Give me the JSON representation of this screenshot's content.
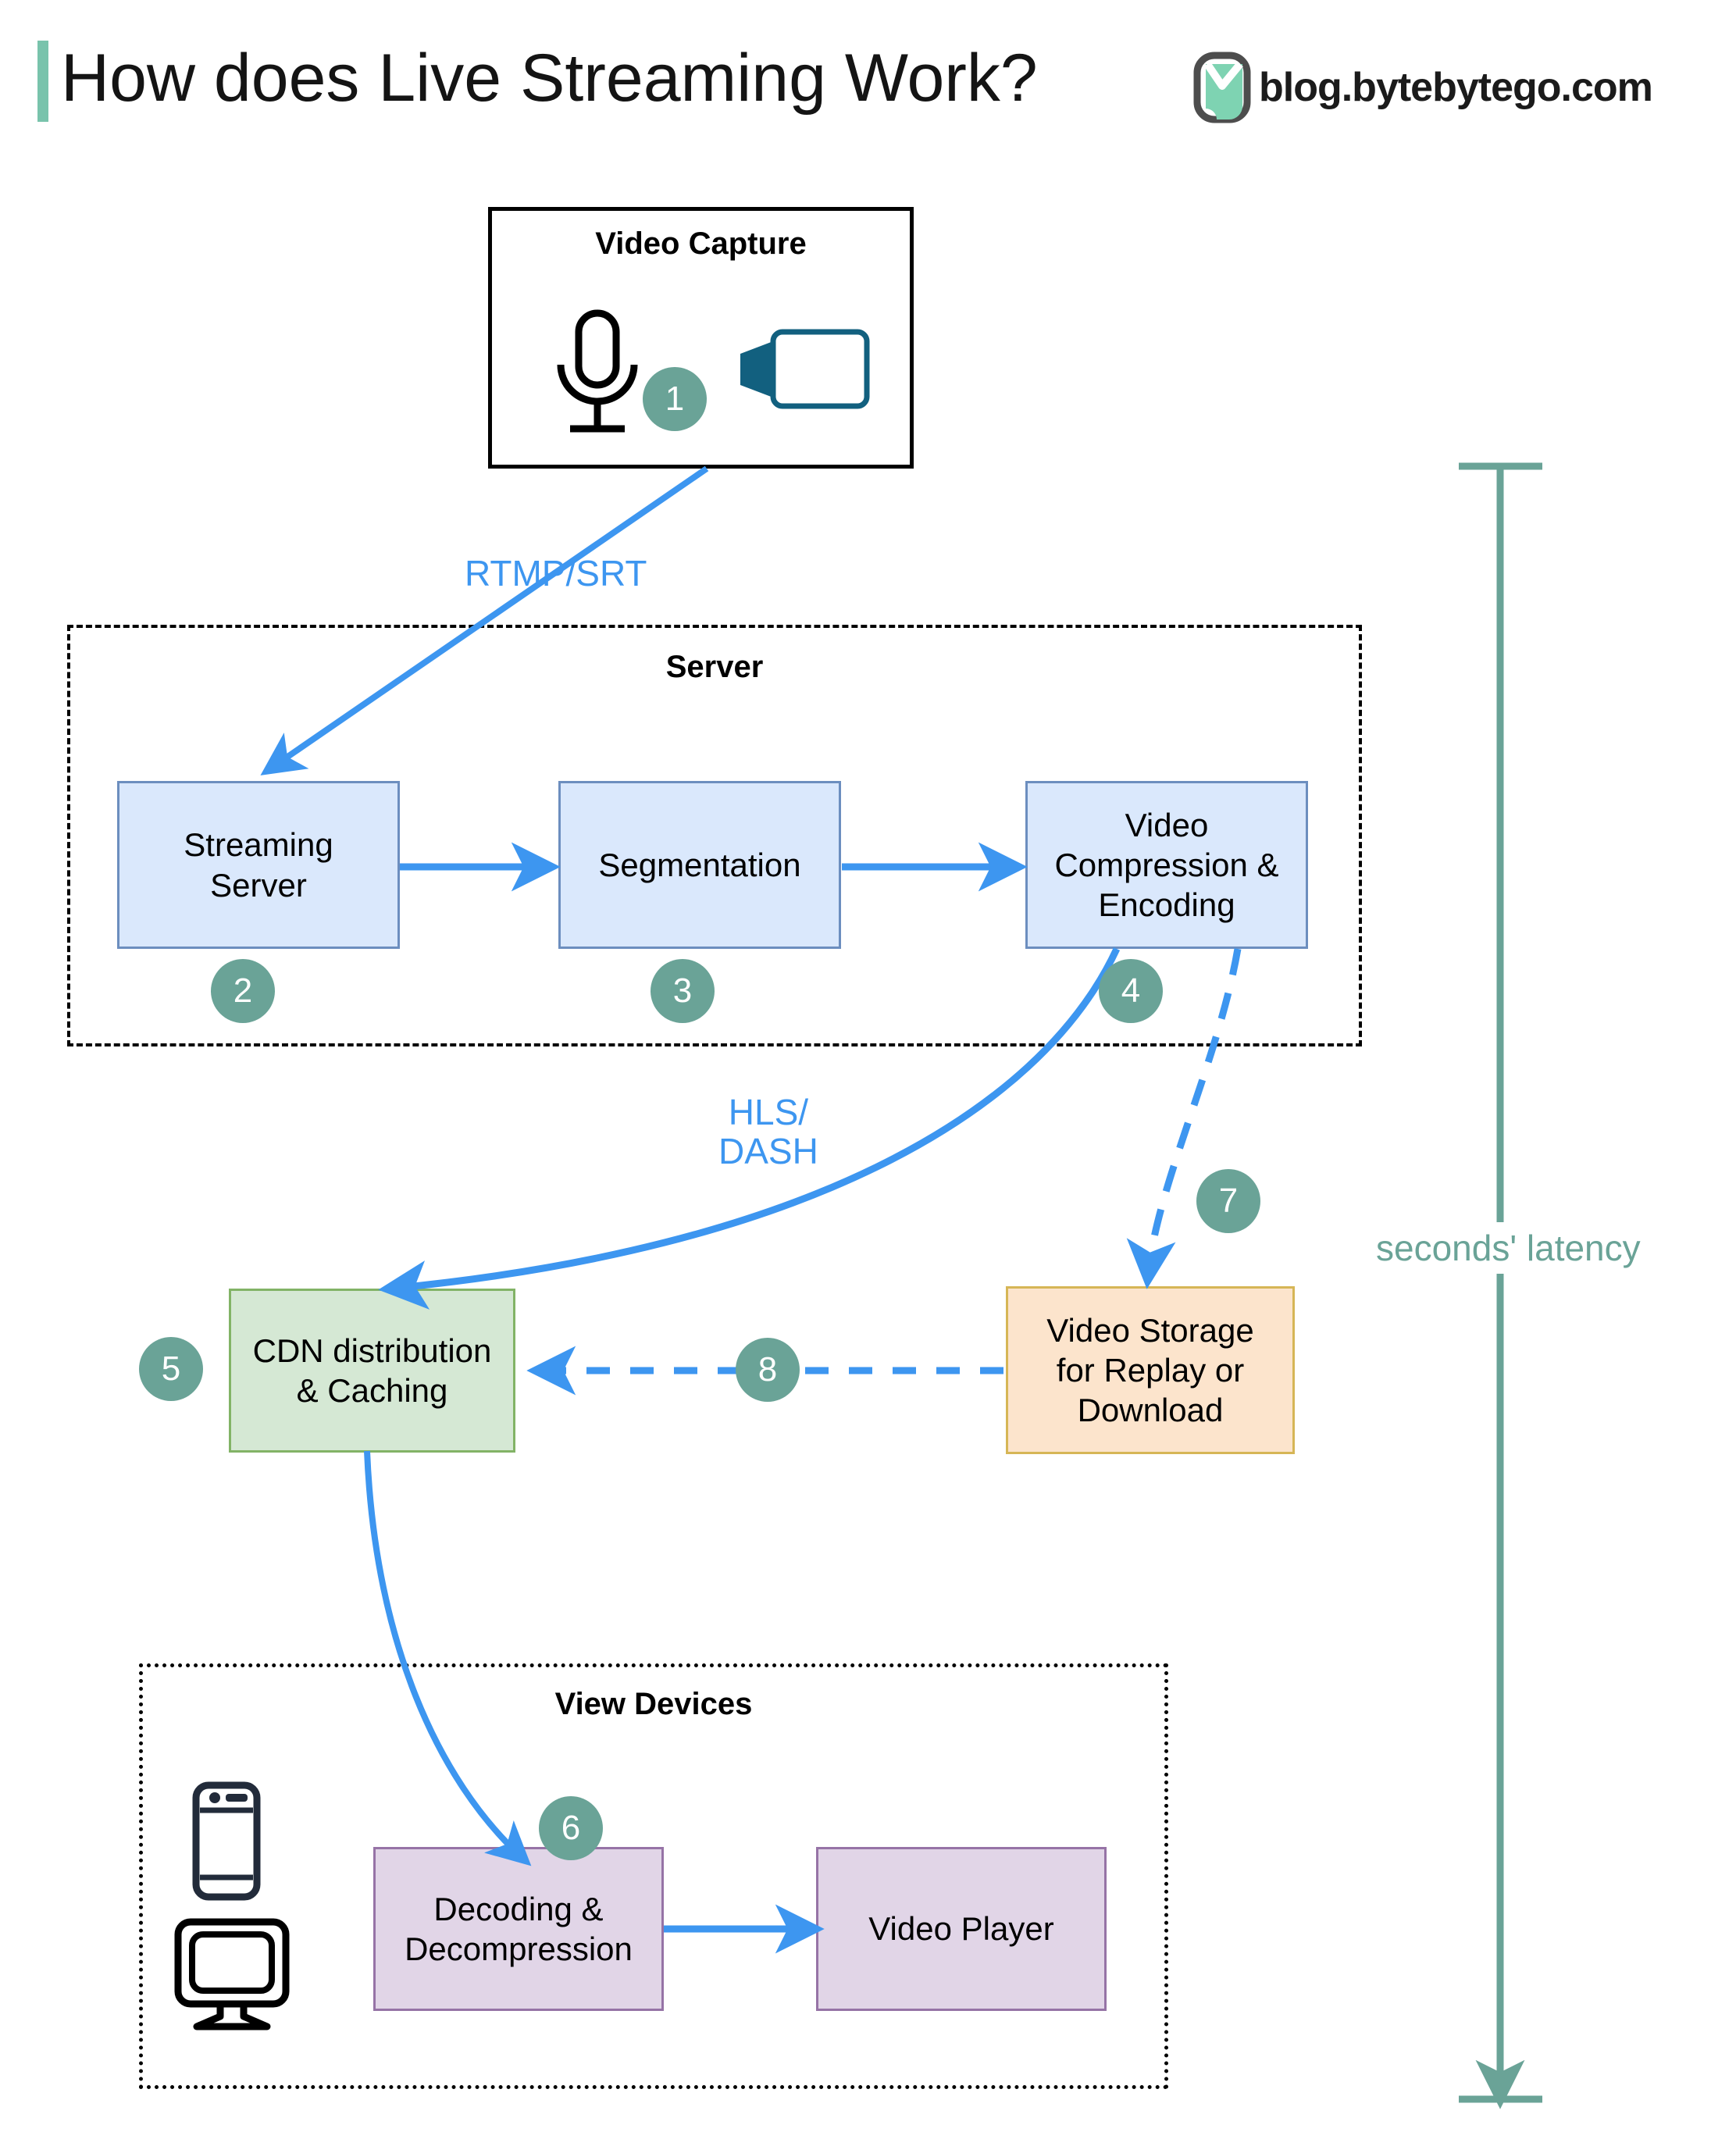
{
  "header": {
    "title": "How does Live Streaming Work?",
    "brand_text": "blog.bytebytego.com",
    "accent_color": "#79C3AC"
  },
  "colors": {
    "badge": "#6AA397",
    "arrow_blue": "#3D96F0",
    "blue_fill": "#DAE8FC",
    "blue_stroke": "#6C8EBF",
    "green_fill": "#D5E8D4",
    "green_stroke": "#82B366",
    "orange_fill": "#FCE4CC",
    "orange_stroke": "#D6B656",
    "purple_fill": "#E1D5E7",
    "purple_stroke": "#9673A6",
    "latency": "#6AA397",
    "camera_icon": "#12607F",
    "device_icon": "#222B3A"
  },
  "groups": {
    "video_capture": {
      "title": "Video Capture"
    },
    "server": {
      "title": "Server"
    },
    "view_devices": {
      "title": "View Devices"
    }
  },
  "nodes": {
    "streaming_server": "Streaming\nServer",
    "segmentation": "Segmentation",
    "video_compression": "Video\nCompression &\nEncoding",
    "cdn": "CDN distribution\n& Caching",
    "video_storage": "Video Storage\nfor Replay or\nDownload",
    "decoding": "Decoding &\nDecompression",
    "video_player": "Video Player"
  },
  "steps": {
    "s1": "1",
    "s2": "2",
    "s3": "3",
    "s4": "4",
    "s5": "5",
    "s6": "6",
    "s7": "7",
    "s8": "8"
  },
  "edge_labels": {
    "rtmp_srt": "RTMP/SRT",
    "hls_dash": "HLS/\nDASH"
  },
  "annotations": {
    "latency": "seconds' latency"
  },
  "icons": {
    "microphone": "microphone-icon",
    "camera": "video-camera-icon",
    "phone": "smartphone-icon",
    "monitor": "desktop-monitor-icon",
    "logo": "bytebytego-logo-icon"
  }
}
